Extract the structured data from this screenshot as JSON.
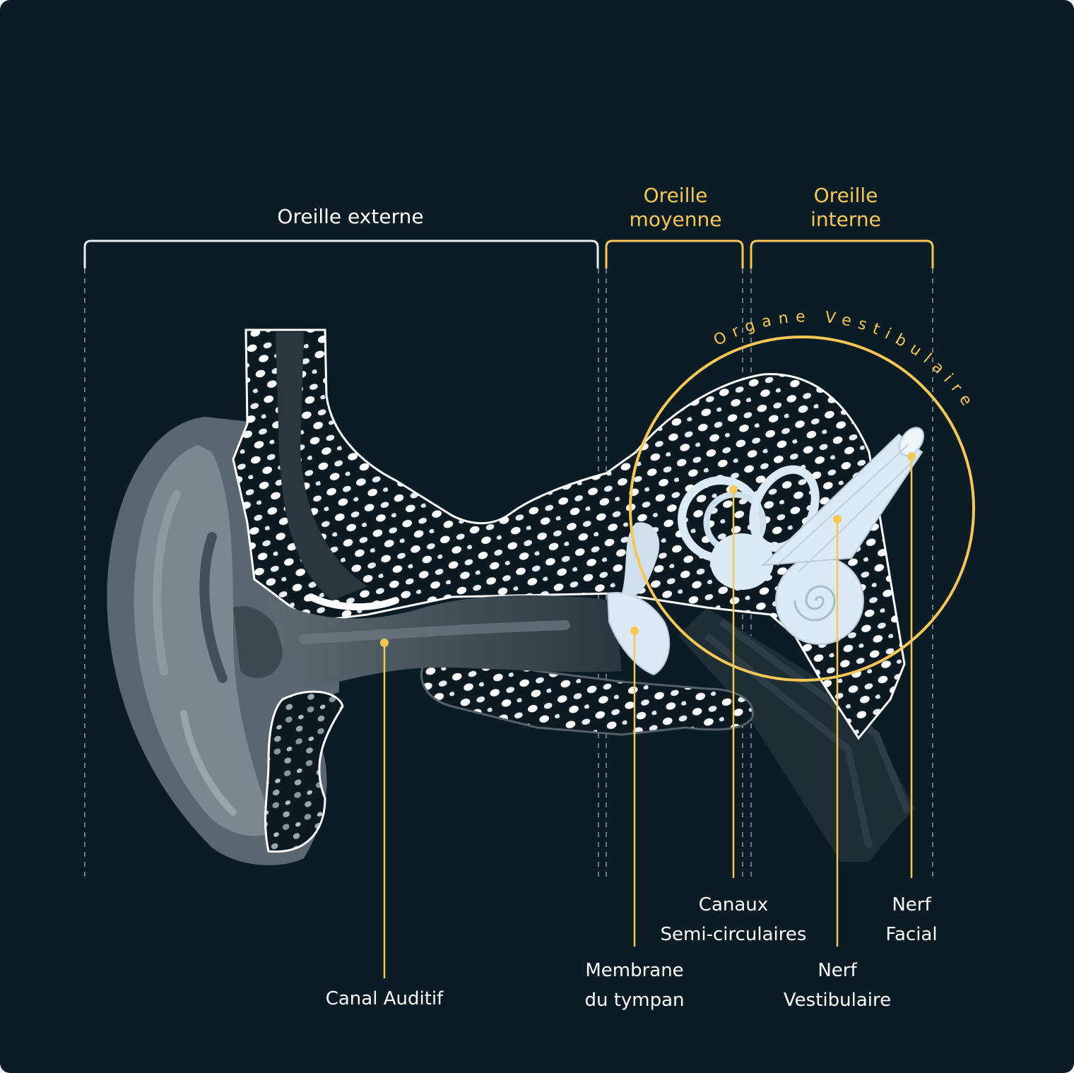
{
  "colors": {
    "background": "#0c1c24",
    "accent": "#f5c754",
    "text": "#ffffff",
    "bracket_outer": "#e6eef4"
  },
  "sections": {
    "outer": "Oreille externe",
    "middle": [
      "Oreille",
      "moyenne"
    ],
    "inner": [
      "Oreille",
      "interne"
    ]
  },
  "organ_label": "Organe Vestibulaire",
  "labels": {
    "canal": "Canal Auditif",
    "membrane": [
      "Membrane",
      "du tympan"
    ],
    "canaux": [
      "Canaux",
      "Semi-circulaires"
    ],
    "nerf_vestibulaire": [
      "Nerf",
      "Vestibulaire"
    ],
    "nerf_facial": [
      "Nerf",
      "Facial"
    ]
  }
}
